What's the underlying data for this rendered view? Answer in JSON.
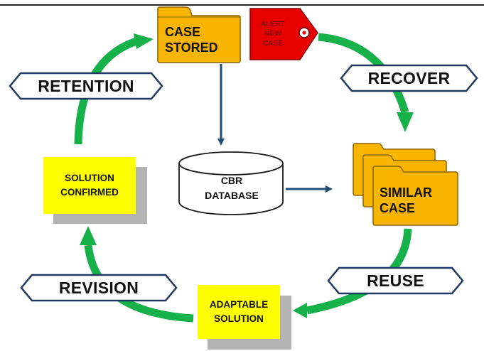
{
  "diagram": {
    "stages": {
      "retention": "RETENTION",
      "recover": "RECOVER",
      "reuse": "REUSE",
      "revision": "REVISION"
    },
    "case_stored": "CASE\nSTORED",
    "alert_tag": "ALERT\nNEW\nCASE",
    "similar_case": "SIMILAR\nCASE",
    "database": "CBR\nDATABASE",
    "solution_confirmed": "SOLUTION\nCONFIRMED",
    "adaptable_solution": "ADAPTABLE\nSOLUTION"
  },
  "colors": {
    "cycle_arrow": "#17b14a",
    "flow_arrow": "#1f4e79",
    "folder_fill": "#f7b500",
    "folder_stroke": "#8a6400",
    "alert_fill": "#e60000",
    "note_fill": "#ffff00",
    "note_shadow": "#b3b3b3",
    "stage_outline": "#1f3864"
  }
}
